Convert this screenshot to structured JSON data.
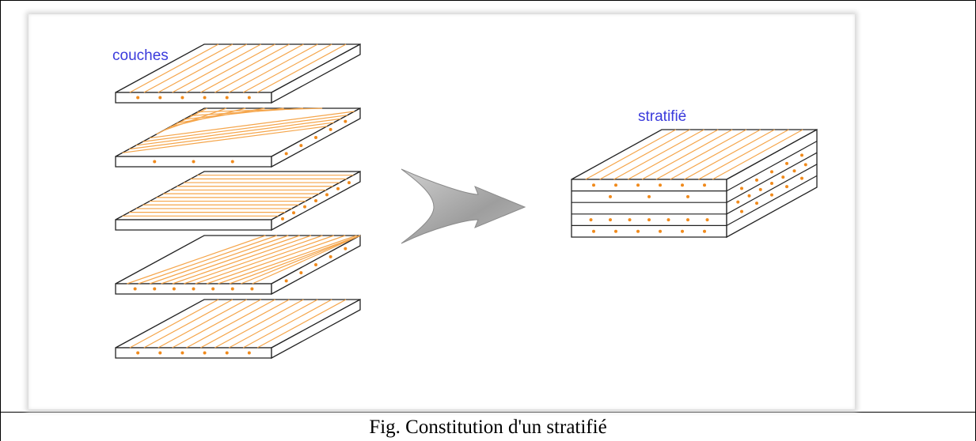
{
  "labels": {
    "layers": "couches",
    "laminate": "stratifié"
  },
  "caption": "Fig. Constitution d'un stratifié",
  "colors": {
    "fiber": "#f5a54a",
    "dot": "#f08a1c",
    "label": "#3b3bdc",
    "arrow": "#a8a8a8"
  }
}
